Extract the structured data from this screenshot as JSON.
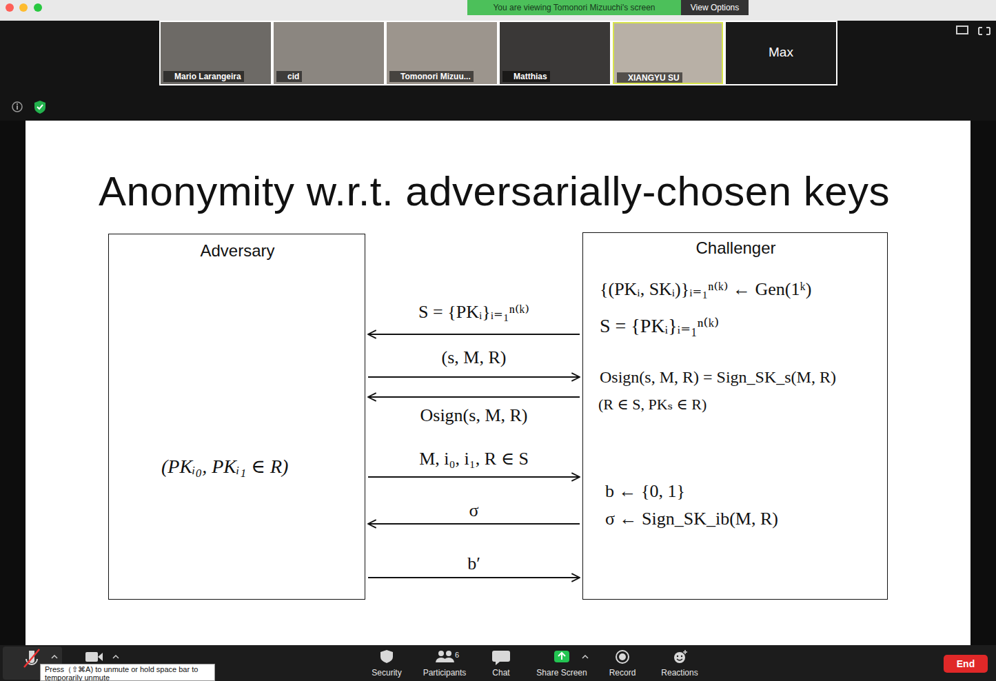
{
  "diagram": {
    "title": "Anonymity w.r.t. adversarially-chosen keys",
    "nodes": [
      {
        "text": [
          "You are viewing Tomonori Mizuuchi's screen"
        ]
      },
      {
        "text": [
          "View Options"
        ]
      },
      {
        "text": [
          "Mario Larangeira"
        ]
      },
      {
        "text": [
          "cid"
        ]
      },
      {
        "text": [
          "Tomonori Mizuu..."
        ]
      },
      {
        "text": [
          "Matthias"
        ]
      },
      {
        "text": [
          "XIANGYU SU"
        ]
      },
      {
        "text": [
          "Max"
        ]
      },
      {
        "text": [
          "Adversary",
          "(PKᵢ₀, PKᵢ₁ ∈ R)"
        ]
      },
      {
        "text": [
          "Challenger",
          "{(PKᵢ, SKᵢ)}ᵢ₌₁ⁿ⁽ᵏ⁾ ← Gen(1ᵏ)",
          "S = {PKᵢ}ᵢ₌₁ⁿ⁽ᵏ⁾",
          "Osign(s, M, R) = Sign_SK_s(M, R)",
          "(R ∈ S, PKₛ ∈ R)",
          "b ← {0, 1}",
          "σ ← Sign_SK_ib(M, R)"
        ]
      },
      {
        "text": [
          "End"
        ]
      },
      {
        "text": [
          "Press（⇧⌘A) to unmute or hold space bar to temporarily unmute"
        ]
      }
    ],
    "edges": [
      {
        "from": 9,
        "to": 8,
        "label": "S = {PKᵢ}ᵢ₌₁ⁿ⁽ᵏ⁾",
        "arrow": "to"
      },
      {
        "from": 8,
        "to": 9,
        "label": "(s, M, R)",
        "arrow": "to"
      },
      {
        "from": 9,
        "to": 8,
        "label": "Osign(s, M, R)",
        "arrow": "to"
      },
      {
        "from": 8,
        "to": 9,
        "label": "M, i₀, i₁, R ∈ S",
        "arrow": "to"
      },
      {
        "from": 9,
        "to": 8,
        "label": "σ",
        "arrow": "to"
      },
      {
        "from": 8,
        "to": 9,
        "label": "b′",
        "arrow": "to"
      }
    ],
    "labels": [
      "Security",
      "Participants",
      "6",
      "Chat",
      "Share Screen",
      "Record",
      "Reactions"
    ]
  }
}
